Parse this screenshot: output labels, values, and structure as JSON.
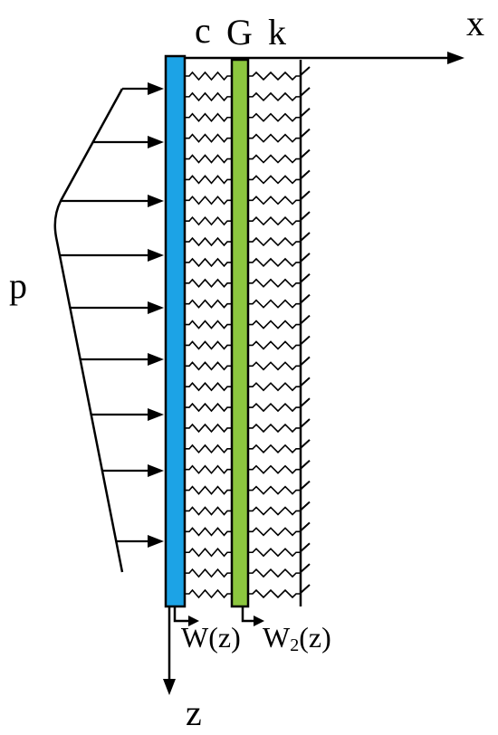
{
  "labels": {
    "x_axis": "x",
    "z_axis": "z",
    "pressure": "p",
    "spring_c": "c",
    "shear_layer": "G",
    "spring_k": "k",
    "w1": "W(z)",
    "w2_main": "W",
    "w2_sub": "2",
    "w2_tail": "(z)"
  },
  "colors": {
    "pile": "#1ca3e6",
    "shear_layer": "#8cc63f",
    "stroke": "#000000"
  },
  "spring_rows": 26,
  "load_arrows": 9
}
